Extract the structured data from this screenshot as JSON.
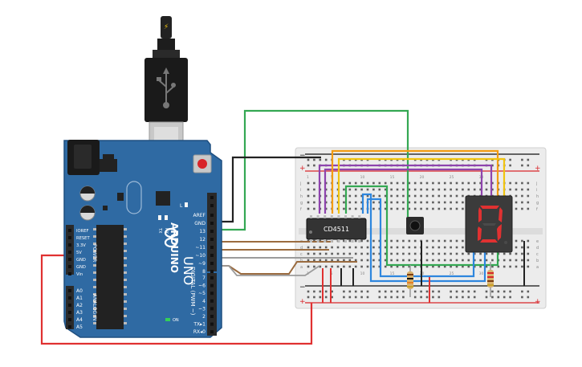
{
  "colors": {
    "board": "#2f6aa3",
    "board_edge": "#1f4f80",
    "header": "#2a2a2a",
    "breadboard": "#eeeeee",
    "rail_red": "#d8252a",
    "rail_black": "#111111",
    "wire_green": "#34a853",
    "wire_black": "#222222",
    "wire_brown": "#9a6b3f",
    "wire_gray": "#9b9b9b",
    "wire_purple": "#8e44ad",
    "wire_orange": "#f39c12",
    "wire_yellow": "#f1c40f",
    "wire_blue": "#2e86de",
    "wire_red": "#e03131",
    "seg_on": "#e03131",
    "seg_body": "#3b3b3b"
  },
  "usb": {
    "plug_icon": "lightning-icon",
    "port_icon": "usb-icon"
  },
  "arduino": {
    "brand": "ARDUINO",
    "model": "UNO",
    "digital_header_label": "DIGITAL (PWM ~)",
    "power_header_label": "POWER",
    "analog_header_label": "ANALOG IN",
    "on_label": "ON",
    "tx": "TX",
    "rx": "RX",
    "l": "L",
    "left_top_pins": [
      "AREF",
      "GND",
      "13",
      "12",
      "~11",
      "~10",
      "~9",
      "8"
    ],
    "left_bottom_pins": [
      "7",
      "~6",
      "~5",
      "4",
      "~3",
      "2",
      "TX▸1",
      "RX◂0"
    ],
    "power_pins": [
      "IOREF",
      "RESET",
      "3.3V",
      "5V",
      "GND",
      "GND",
      "Vin"
    ],
    "analog_pins": [
      "A0",
      "A1",
      "A2",
      "A3",
      "A4",
      "A5"
    ]
  },
  "breadboard": {
    "row_labels_top": [
      "j",
      "i",
      "h",
      "g",
      "f"
    ],
    "row_labels_bottom": [
      "e",
      "d",
      "c",
      "b",
      "a"
    ],
    "col_numbers": [
      "1",
      "5",
      "10",
      "15",
      "20",
      "25",
      "30"
    ],
    "plus": "+",
    "minus": "−"
  },
  "decoder_chip": {
    "label": "CD4511"
  },
  "seven_segment": {
    "digit": "0"
  },
  "button": {
    "name": "push-button"
  }
}
